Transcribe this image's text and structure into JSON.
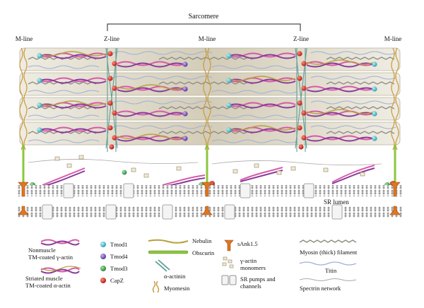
{
  "diagram": {
    "sarcomere_label": "Sarcomere",
    "line_labels": [
      "M-line",
      "Z-line",
      "M-line",
      "Z-line",
      "M-line"
    ],
    "sr_lumen_label": "SR lumen",
    "colors": {
      "muscle_band": "#d8d2bf",
      "thick_filament": "#8f8f86",
      "titin": "#9fb0d8",
      "tropomyosin_purple": "#8a3a9c",
      "actin_pink": "#d75aa8",
      "nebulin_gold": "#b8a13a",
      "obscurin_green": "#8dc63f",
      "tmod1_cyan": "#39b9c9",
      "tmod4_purple": "#6a4bb0",
      "tmod3_green": "#2e9a44",
      "capz_red": "#d7261e",
      "sank_orange": "#e2761e",
      "membrane_gray": "#b9b9b9"
    }
  },
  "legend": {
    "nonmuscle_actin": "Nonmuscle TM-coated γ-actin",
    "striated_actin": "Striated muscle TM-coated α-actin",
    "tmod1": "Tmod1",
    "tmod4": "Tmod4",
    "tmod3": "Tmod3",
    "capz": "CapZ",
    "nebulin": "Nebulin",
    "obscurin": "Obscurin",
    "alpha_actinin": "α-actinin",
    "myomesin": "Myomesin",
    "sank": "sAnk1.5",
    "gamma_monomers": "γ-actin monomers",
    "sr_pumps": "SR pumps and channels",
    "myosin": "Myosin (thick) filament",
    "titin": "Titin",
    "spectrin": "Spectrin network"
  }
}
